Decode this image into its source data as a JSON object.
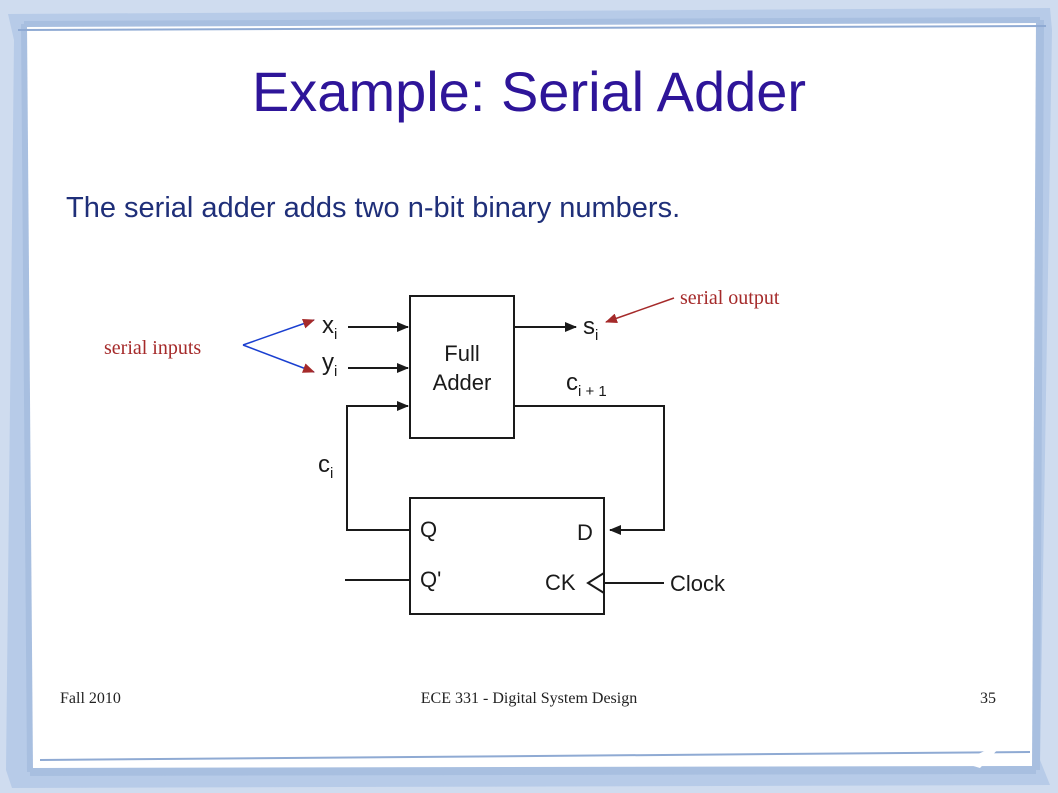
{
  "slide": {
    "title": "Example: Serial Adder",
    "subtitle": "The serial adder adds two n-bit binary numbers."
  },
  "diagram": {
    "full_adder_line1": "Full",
    "full_adder_line2": "Adder",
    "input_x": "x",
    "input_y": "y",
    "output_s": "s",
    "carry_out": "c",
    "carry_out_subscript": "i + 1",
    "carry_in": "c",
    "subscript_i": "i",
    "ff_q": "Q",
    "ff_qbar": "Q'",
    "ff_d": "D",
    "ff_ck": "CK",
    "clock": "Clock",
    "annotation_inputs": "serial inputs",
    "annotation_output": "serial output",
    "colors": {
      "title": "#2e1599",
      "subtitle": "#1f2f79",
      "annotation": "#a52a2a",
      "wire": "#1a1a1a",
      "frame_blue": "#a8bfe0"
    }
  },
  "footer": {
    "left": "Fall 2010",
    "center": "ECE 331 - Digital System Design",
    "right": "35"
  }
}
